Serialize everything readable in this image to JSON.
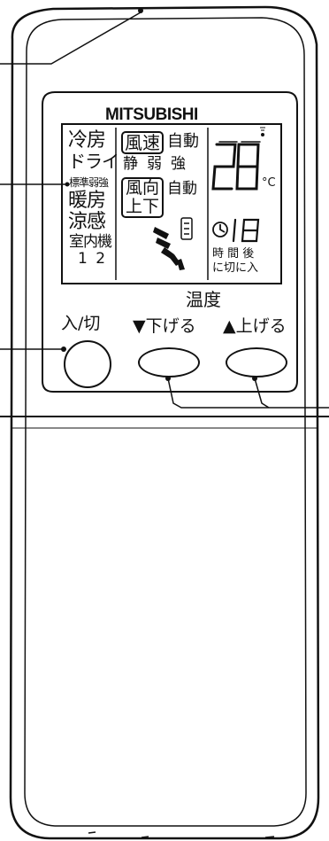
{
  "brand": "MITSUBISHI",
  "display": {
    "modes": {
      "cool": "冷房",
      "dry": "ドライ",
      "dry_levels": "標準弱強",
      "heat": "暖房",
      "cool_feel": "涼感",
      "indoor_unit": "室内機",
      "unit_numbers": "1 2"
    },
    "fan_speed": {
      "label": "風速",
      "auto": "自動",
      "quiet": "静",
      "weak": "弱",
      "strong": "強"
    },
    "vane": {
      "label_line1": "風向",
      "label_line2": "上下",
      "auto": "自動"
    },
    "temperature": {
      "value": "28",
      "unit": "°C"
    },
    "timer": {
      "value": "18",
      "label_top": "時 間 後",
      "label_bottom": "に切に入"
    }
  },
  "controls": {
    "temperature_group_label": "温度",
    "power_label": "入/切",
    "down_label": "▼下げる",
    "up_label": "▲上げる"
  }
}
